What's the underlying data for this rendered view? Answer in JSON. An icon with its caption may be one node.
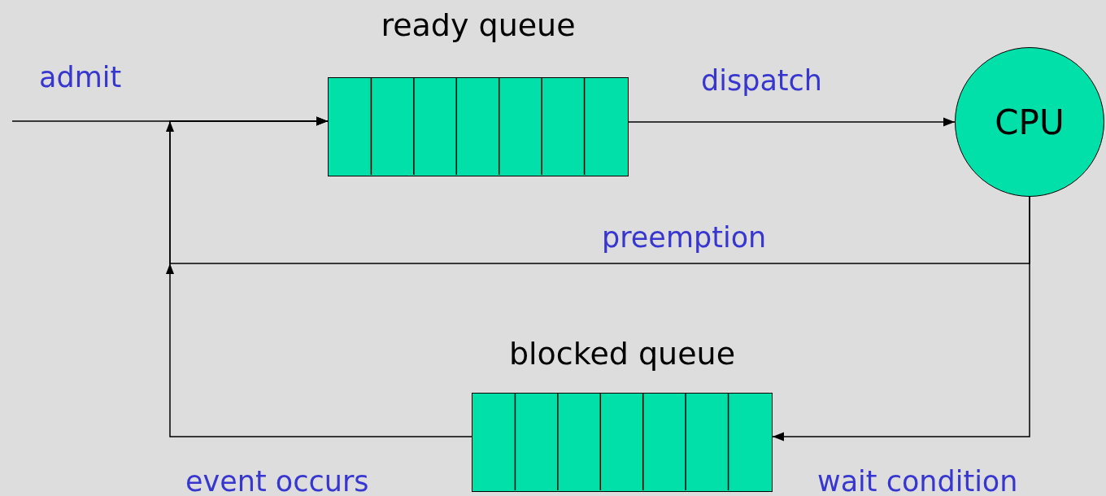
{
  "diagram": {
    "nodes": [
      {
        "text": [
          "ready queue"
        ]
      },
      {
        "text": [
          "CPU"
        ]
      },
      {
        "text": [
          "blocked queue"
        ]
      }
    ],
    "edges": [
      {
        "from": null,
        "to": 0,
        "arrow": "to",
        "label": "admit"
      },
      {
        "from": 0,
        "to": 1,
        "arrow": "to",
        "label": "dispatch"
      },
      {
        "from": 1,
        "to": 0,
        "arrow": "to",
        "label": "preemption"
      },
      {
        "from": 1,
        "to": 2,
        "arrow": "to",
        "label": "wait condition"
      },
      {
        "from": 2,
        "to": 0,
        "arrow": "to",
        "label": "event occurs"
      }
    ]
  }
}
